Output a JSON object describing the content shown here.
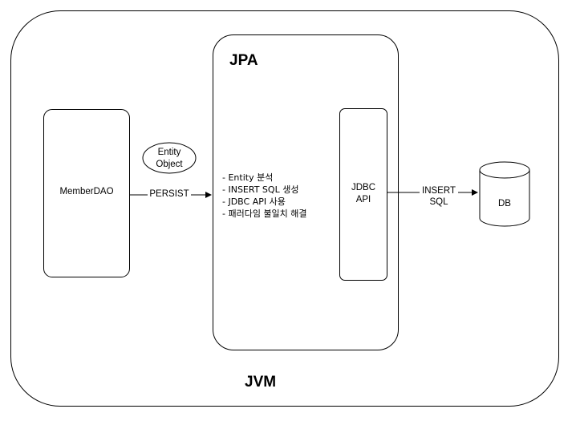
{
  "labels": {
    "jvm": "JVM",
    "jpa": "JPA",
    "member_dao": "MemberDAO",
    "jdbc_api_line1": "JDBC",
    "jdbc_api_line2": "API",
    "db": "DB",
    "entity_object_line1": "Entity",
    "entity_object_line2": "Object"
  },
  "edges": {
    "persist": "PERSIST",
    "insert_sql_line1": "INSERT",
    "insert_sql_line2": "SQL"
  },
  "jpa_steps": [
    "- Entity 분석",
    "- INSERT SQL 생성",
    "- JDBC API 사용",
    "- 패러다임 불일치 해결"
  ]
}
